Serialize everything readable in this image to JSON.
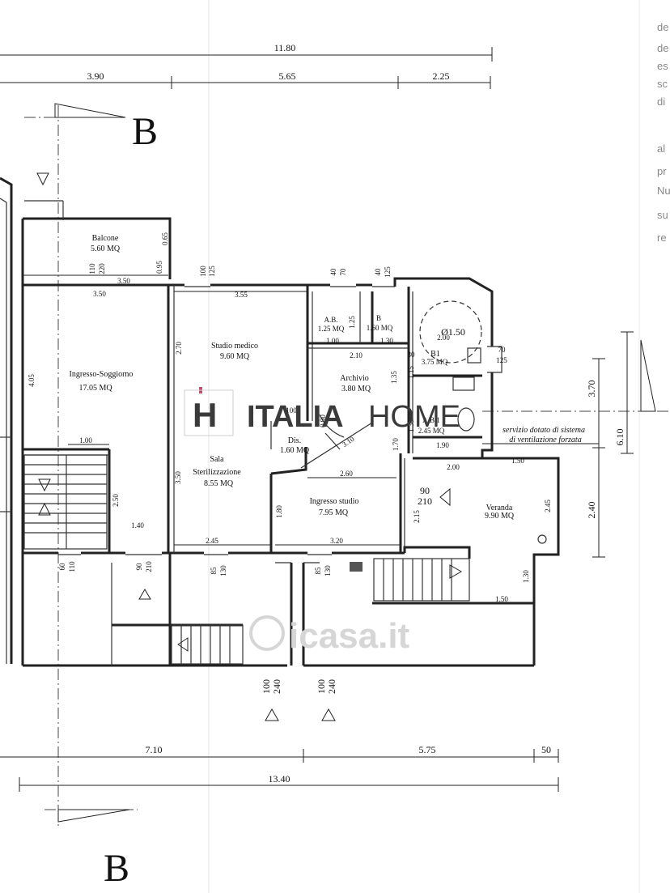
{
  "section_markers": {
    "top": "B",
    "bottom": "B"
  },
  "dimensions_top": {
    "overall": "11.80",
    "segments": [
      "3.90",
      "5.65",
      "2.25"
    ]
  },
  "dimensions_bottom": {
    "segments": [
      "7.10",
      "5.75",
      "50"
    ],
    "overall": "13.40"
  },
  "dimensions_right": [
    "3.70",
    "6.10",
    "2.40"
  ],
  "rooms": {
    "balcone": {
      "name": "Balcone",
      "area": "5.60 MQ"
    },
    "ingresso_soggiorno": {
      "name": "Ingresso-Soggiorno",
      "area": "17.05 MQ"
    },
    "studio_medico": {
      "name": "Studio medico",
      "area": "9.60 MQ"
    },
    "ab_small": {
      "name": "A.B.",
      "area": "1.25 MQ"
    },
    "b_small": {
      "name": "B",
      "area": "1.60 MQ"
    },
    "b1": {
      "name": "B1",
      "area": "3.75 MQ"
    },
    "archivio": {
      "name": "Archivio",
      "area": "3.80 MQ"
    },
    "ab1": {
      "name": "A.B.1",
      "area": "2.45 MQ"
    },
    "dis": {
      "name": "Dis.",
      "area": "1.60 MQ"
    },
    "sala_line1": {
      "name": "Sala"
    },
    "sala_line2": {
      "name": "Sterilizzazione",
      "area": "8.55 MQ"
    },
    "ingresso_studio": {
      "name": "Ingresso studio",
      "area": "7.95 MQ"
    },
    "veranda": {
      "name": "Veranda",
      "area": "9.90 MQ"
    }
  },
  "inner_dims": {
    "balcone_w": "3.50",
    "soggiorno_w": "3.50",
    "studio_w": "3.55",
    "h405": "4.05",
    "w100": "1.00",
    "h250": "2.50",
    "w140": "1.40",
    "h270": "2.70",
    "h350": "3.50",
    "w245": "2.45",
    "h180": "1.80",
    "w320": "3.20",
    "w260": "2.60",
    "h215": "2.15",
    "ab_w100": "1.00",
    "b_w130": "1.30",
    "b_h125": "1.25",
    "arch_w210": "2.10",
    "arch_h135": "1.35",
    "b1_h115": "1.15",
    "ab1_h130": "1.30",
    "ab1_h170": "1.70",
    "ab1_w190": "1.90",
    "b1_w200": "2.00",
    "circle": "Ø1.50",
    "door_diag": "3.10",
    "dis_h090": "0.90",
    "ver_w200": "2.00",
    "ver_w150": "1.50",
    "ver_h245": "2.45",
    "ver_h130": "1.30",
    "ver_w150b": "1.50",
    "h065": "0.65",
    "h095": "0.95",
    "n30": "30",
    "n100": "100"
  },
  "openings": {
    "o1": "110",
    "o1b": "220",
    "o2": "100",
    "o2b": "125",
    "o3": "40",
    "o3b": "70",
    "o4": "40",
    "o4b": "125",
    "o5": "70",
    "o5b": "125",
    "o6": "90",
    "o6b": "210",
    "o7": "60",
    "o7b": "110",
    "o8": "90",
    "o8b": "210",
    "o9": "85",
    "o9b": "130",
    "o10": "85",
    "o10b": "130",
    "o11": "100",
    "o11b": "240",
    "o12": "100",
    "o12b": "240"
  },
  "note": {
    "line1": "servizio dotato di sistema",
    "line2": "di ventilazione forzata"
  },
  "margin_text": [
    "de",
    "de",
    "es",
    "sc",
    "di",
    "al",
    "pr",
    "Nu",
    "su",
    "re"
  ],
  "watermarks": {
    "brand_letter": "H",
    "brand_strong": "ITALIA",
    "brand_light": "HOME",
    "secondary": "icasa.it"
  },
  "colors": {
    "ink": "#111111",
    "margin_ink": "#888888",
    "watermark_dark": "#3a3a3a",
    "watermark_light": "#cfcfcf",
    "marker_red": "#c0506e"
  }
}
